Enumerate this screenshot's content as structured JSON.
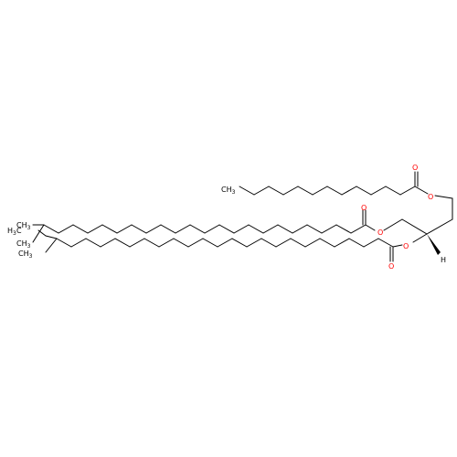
{
  "molecule": {
    "atom_labels": {
      "ester_oxygen": "O",
      "carbonyl_oxygen": "O",
      "hydrogen": "H",
      "methyl": "CH",
      "methyl_sub": "3",
      "ethyl": "H",
      "ethyl_sub": "3",
      "ethyl_c": "C"
    },
    "colors": {
      "bond": "#000000",
      "oxygen": "#ff0000",
      "carbon": "#000000"
    }
  }
}
